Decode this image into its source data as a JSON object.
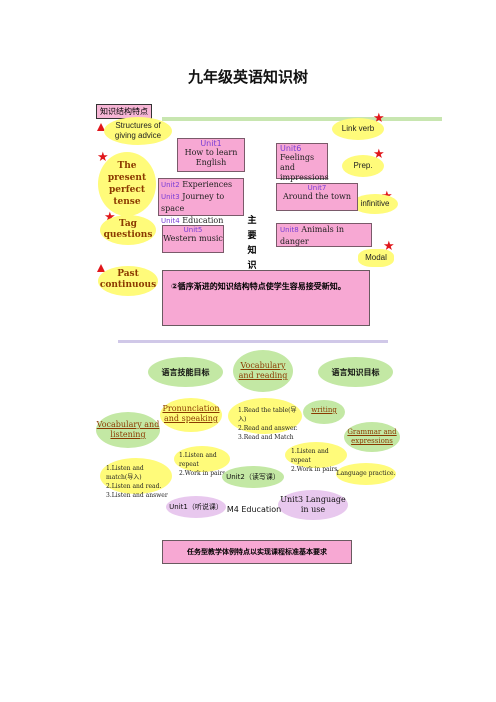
{
  "title": "九年级英语知识树",
  "tag": "知识结构特点",
  "left_bubbles": [
    "Structures of giving advice",
    "The present perfect tense",
    "Tag questions",
    "Past continuous"
  ],
  "right_bubbles": [
    "Link verb",
    "Prep.",
    "infinitive",
    "Modal"
  ],
  "unit1": {
    "name": "Unit1",
    "text": "How to learn English"
  },
  "unit6": {
    "name": "Unit6",
    "text": "Feelings and impressions"
  },
  "units234": [
    {
      "name": "Unit2",
      "text": "Experiences"
    },
    {
      "name": "Unit3",
      "text": "Journey to space"
    },
    {
      "name": "Unit4",
      "text": "Education"
    }
  ],
  "unit7": {
    "name": "Unit7",
    "text": "Around the town"
  },
  "unit5": {
    "name": "Unit5",
    "text": "Western music"
  },
  "unit8": {
    "name": "Unit8",
    "text": "Animals in danger"
  },
  "vertical_text": [
    "主",
    "要",
    "知",
    "识"
  ],
  "note": "②循序渐进的知识结构特点使学生容易接受新知。",
  "sec2": {
    "skill_goal": "语言技能目标",
    "vocab_reading": "Vocabulary and reading",
    "knowledge_goal": "语言知识目标",
    "pron_speaking": "Pronunciation and speaking",
    "reading_steps": [
      "1.Read the table(导入)",
      "2.Read and answer.",
      "3.Read and Match"
    ],
    "writing": "writing",
    "vocab_listening": "Vocabulary and listening",
    "listen_repeat_a": [
      "1.Listen and repeat",
      "2.Work in pairs."
    ],
    "listen_repeat_b": [
      "1.Listen and repeat",
      "2.Work in pairs."
    ],
    "grammar": "Grammar and expressions",
    "listen_steps": [
      "1.Listen and match(导入)",
      "2.Listen and read.",
      "3.Listen and answer"
    ],
    "unit2": "Unit2（读写课）",
    "language_practice": "Language practice.",
    "unit1": "Unit1（听说课）",
    "unit3": "Unit3 Language in use",
    "module": "M4 Education",
    "bottom": "任务型教学体例特点以实现课程标准基本要求"
  }
}
